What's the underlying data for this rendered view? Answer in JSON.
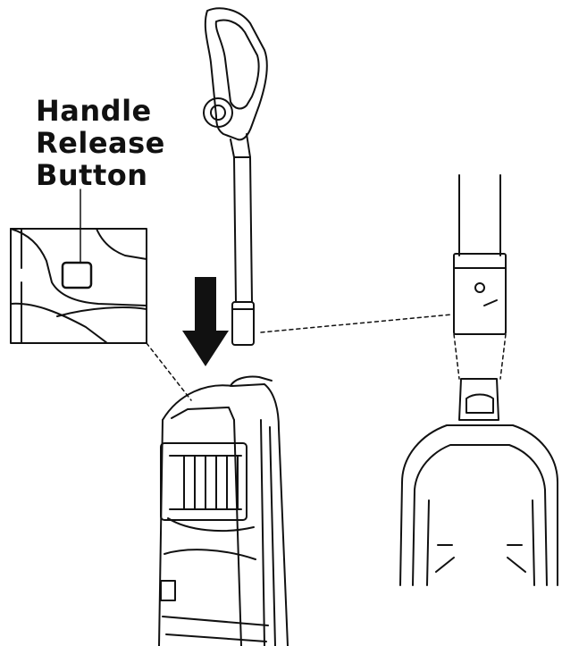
{
  "callout": {
    "line1": "Handle",
    "line2": "Release",
    "line3": "Button"
  },
  "colors": {
    "ink": "#111111",
    "background": "#ffffff"
  },
  "icons": {
    "insert_direction": "arrow-down-icon"
  }
}
